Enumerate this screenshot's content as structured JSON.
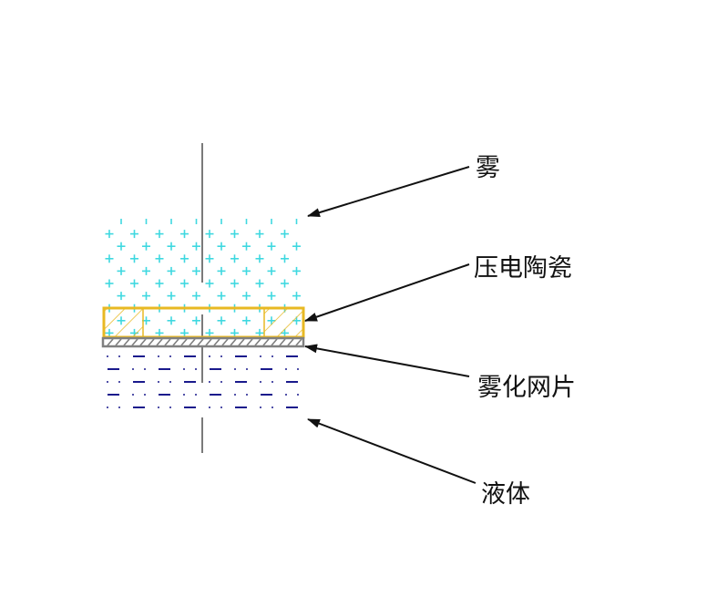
{
  "labels": {
    "mist": "雾",
    "piezo_ceramic": "压电陶瓷",
    "atomizing_mesh": "雾化网片",
    "liquid": "液体"
  },
  "colors": {
    "mist": "#3fd8e0",
    "ceramic": "#e8b923",
    "mesh": "#808080",
    "liquid": "#1a1a8c",
    "line": "#111111"
  }
}
